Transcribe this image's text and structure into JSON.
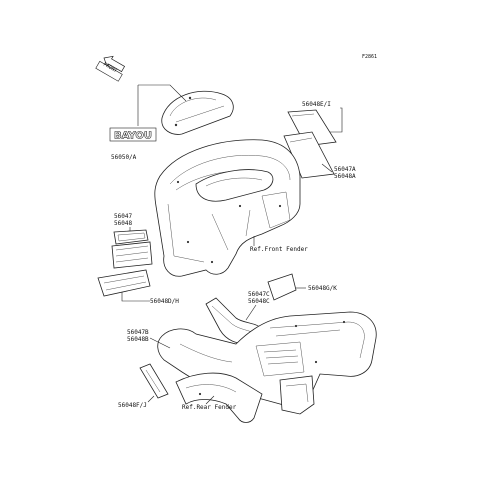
{
  "figure_code": "F2861",
  "front_indicator": "FRONT",
  "brand_logo": "BAYOU",
  "labels": {
    "p56050": "56050/A",
    "p56048EI": "56048E/I",
    "p56047A": "56047A",
    "p56048A": "56048A",
    "p56047": "56047",
    "p56048": "56048",
    "refFront": "Ref.Front Fender",
    "p56048GK": "56048G/K",
    "p56048DH": "56048D/H",
    "p56047C": "56047C",
    "p56048C": "56048C",
    "p56047B": "56047B",
    "p56048B": "56048B",
    "p56048FJ": "56048F/J",
    "refRear": "Ref.Rear Fender"
  },
  "colors": {
    "line": "#222222",
    "fill": "#ffffff"
  }
}
